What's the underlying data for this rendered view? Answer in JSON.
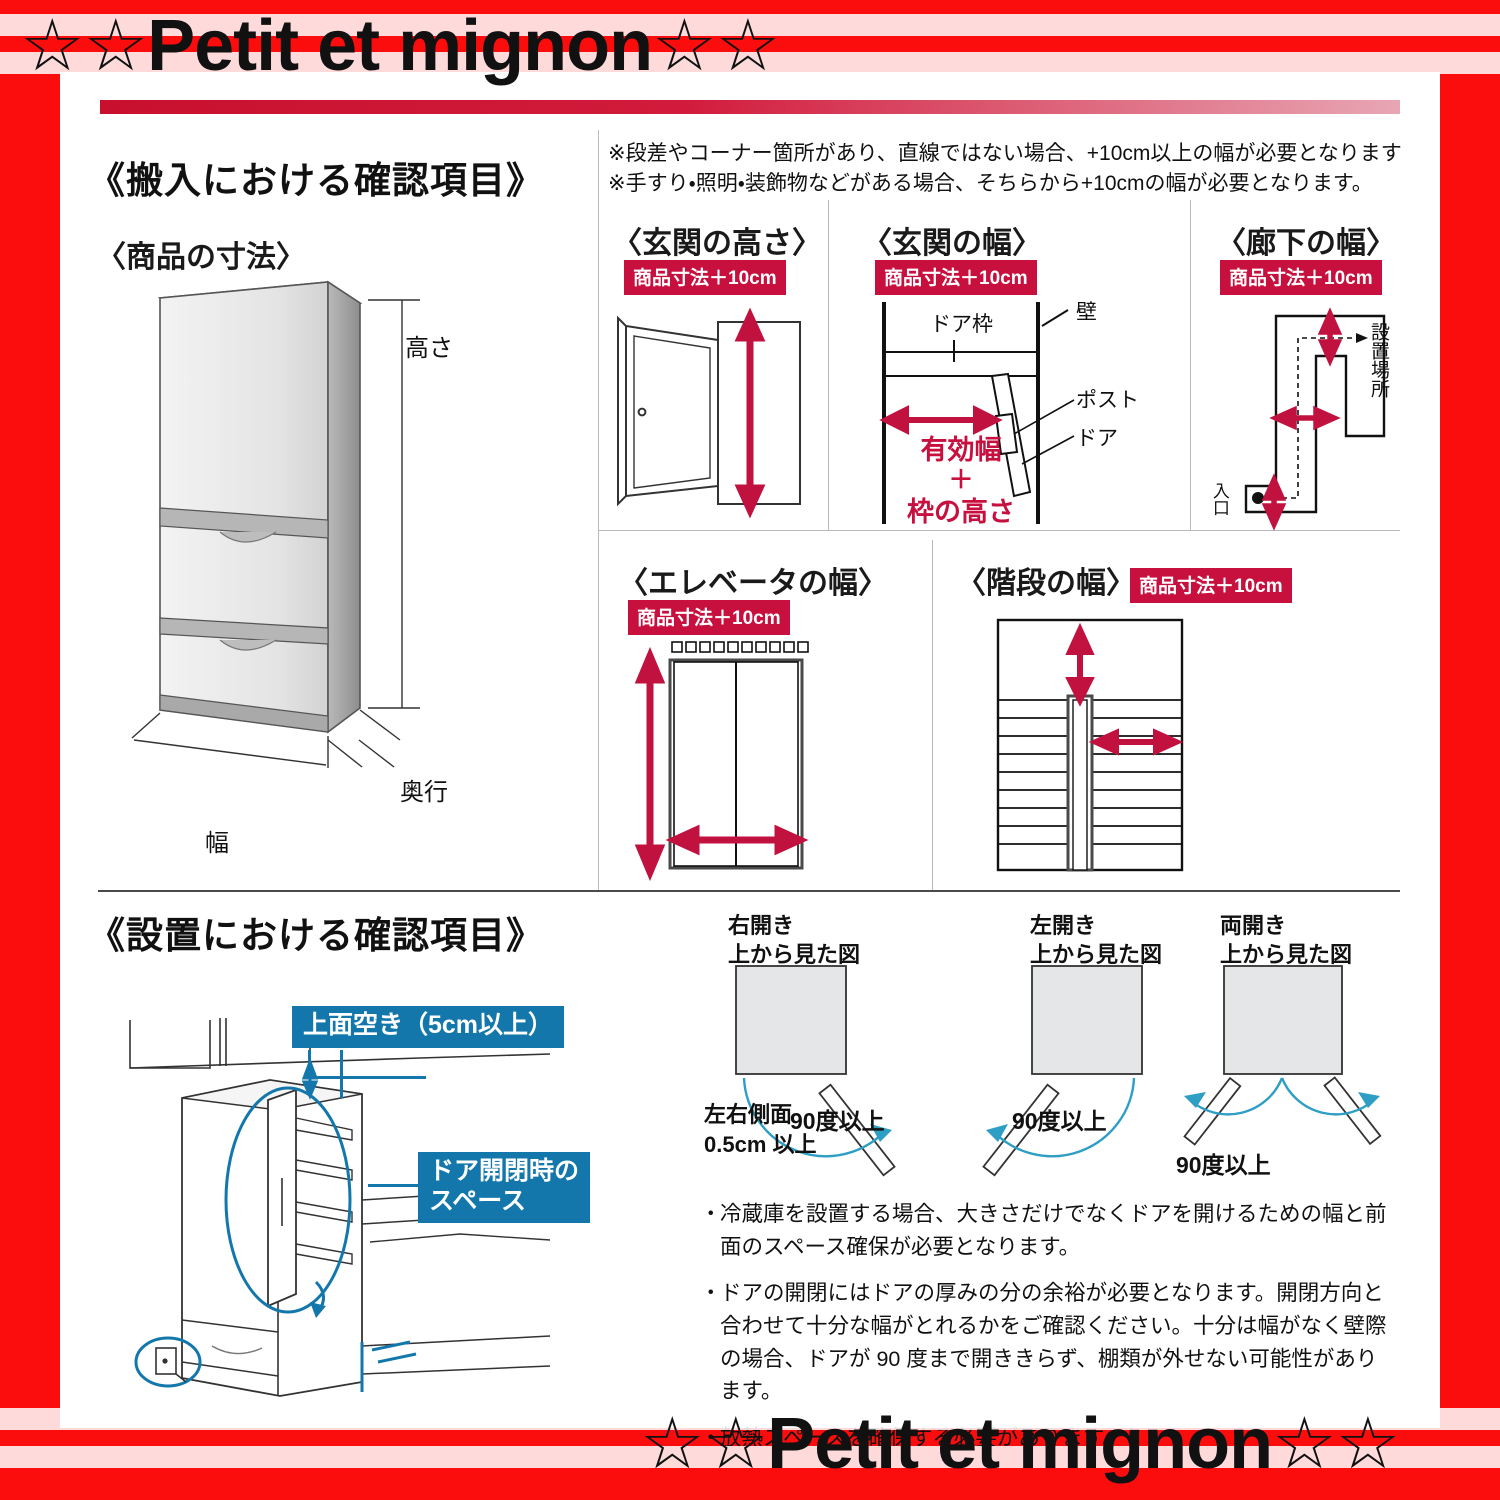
{
  "watermark": {
    "top_text": "☆☆Petit et mignon☆☆",
    "bottom_text": "☆☆Petit et mignon☆☆"
  },
  "sections": {
    "carry_in": {
      "heading": "《搬入における確認項目》",
      "product_dim": {
        "title": "〈商品の寸法〉",
        "labels": {
          "height": "高さ",
          "depth": "奥行",
          "width": "幅"
        }
      },
      "notes": [
        "※段差やコーナー箇所があり、直線ではない場合、+10cm以上の幅が必要となります",
        "※手すり・照明・装飾物などがある場合、そちらから+10cmの幅が必要となります。"
      ],
      "panels": [
        {
          "title": "〈玄関の高さ〉",
          "badge": "商品寸法＋10cm"
        },
        {
          "title": "〈玄関の幅〉",
          "badge": "商品寸法＋10cm",
          "labels": {
            "door_frame": "ドア枠",
            "wall": "壁",
            "post": "ポスト",
            "door": "ドア",
            "red_line1": "有効幅",
            "red_plus": "＋",
            "red_line2": "枠の高さ"
          }
        },
        {
          "title": "〈廊下の幅〉",
          "badge": "商品寸法＋10cm",
          "labels": {
            "install_place": "設置場所",
            "entrance": "入口"
          }
        },
        {
          "title": "〈エレベータの幅〉",
          "badge": "商品寸法＋10cm"
        },
        {
          "title": "〈階段の幅〉",
          "badge": "商品寸法＋10cm"
        }
      ]
    },
    "installation": {
      "heading": "《設置における確認項目》",
      "callouts": [
        "上面空き（5cm以上）",
        "ドア開閉時の\nスペース"
      ],
      "swing_diagrams": [
        {
          "title": "右開き\n上から見た図",
          "angle_label": "90度以上"
        },
        {
          "title": "左開き\n上から見た図",
          "angle_label": "90度以上"
        },
        {
          "title": "両開き\n上から見た図",
          "angle_label": "90度以上"
        }
      ],
      "side_clearance": "左右側面\n0.5cm 以上",
      "bullets": [
        "冷蔵庫を設置する場合、大きさだけでなくドアを開けるための幅と前面のスペース確保が必要となります。",
        "ドアの開閉にはドアの厚みの分の余裕が必要となります。開閉方向と合わせて十分な幅がとれるかをご確認ください。十分は幅がなく壁際の場合、ドアが 90 度まで開ききらず、棚類が外せない可能性があります。",
        "放熱スペースを確保する必要があります。"
      ]
    }
  },
  "colors": {
    "frame_red": "#fc0d0d",
    "badge_red": "#c8103f",
    "accent_blue": "#1377ab",
    "arrow_red": "#c1123f"
  }
}
